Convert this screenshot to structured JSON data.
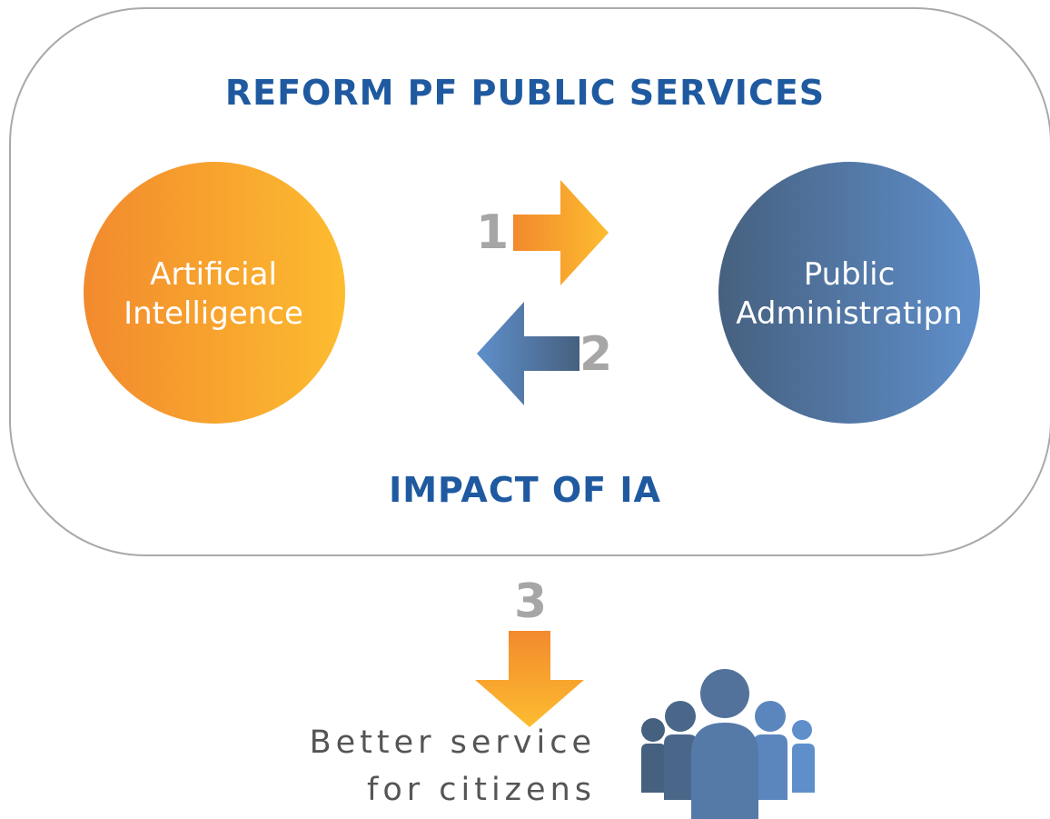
{
  "diagram": {
    "title": "REFORM PF PUBLIC SERVICES",
    "subtitle": "IMPACT OF IA",
    "nodes": {
      "ai": {
        "line1": "Artificial",
        "line2": "Intelligence"
      },
      "pa": {
        "line1": "Public",
        "line2": "Administratipn"
      }
    },
    "steps": [
      "1",
      "2",
      "3"
    ],
    "outcome": {
      "line1": "Better service",
      "line2": "for citizens"
    },
    "colors": {
      "title": "#1f5aa0",
      "orange_start": "#f28a2e",
      "orange_end": "#fdbc2f",
      "blue_start": "#46607f",
      "blue_end": "#5f8fcb",
      "step_number": "#a6a6a6",
      "frame_border": "#a9a9a9"
    }
  }
}
